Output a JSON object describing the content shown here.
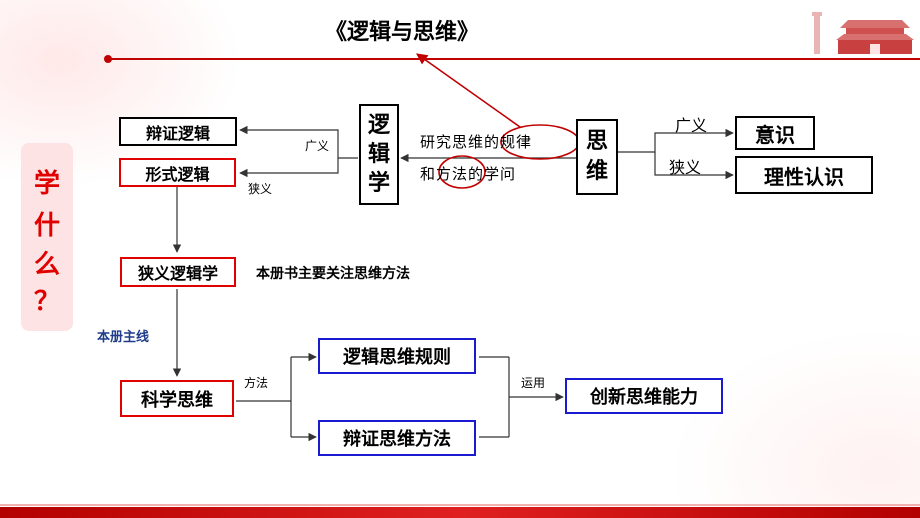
{
  "title": "《逻辑与思维》",
  "side": {
    "chars": [
      "学",
      "什",
      "么",
      "？"
    ]
  },
  "nodes": {
    "bianzheng": "辩证逻辑",
    "xingshi": "形式逻辑",
    "luojixue": [
      "逻",
      "辑",
      "学"
    ],
    "siwei": [
      "思",
      "维"
    ],
    "yishi": "意识",
    "lixing": "理性认识",
    "xiayi_luoji": "狭义逻辑学",
    "kexue": "科学思维",
    "guize": "逻辑思维规则",
    "fangfa": "辩证思维方法",
    "chuangxin": "创新思维能力"
  },
  "labels": {
    "guangyi_left": "广义",
    "xiayi_left": "狭义",
    "definition_line1": "研究思维的规律",
    "definition_line2": "和方法的学问",
    "guangyi_right": "广义",
    "xiayi_right": "狭义",
    "book_focus": "本册书主要关注思维方法",
    "main_thread": "本册主线",
    "method": "方法",
    "apply": "运用"
  },
  "colors": {
    "accent_red": "#e00000",
    "blue": "#1a1ad0",
    "side_bg": "#fde3e3"
  }
}
